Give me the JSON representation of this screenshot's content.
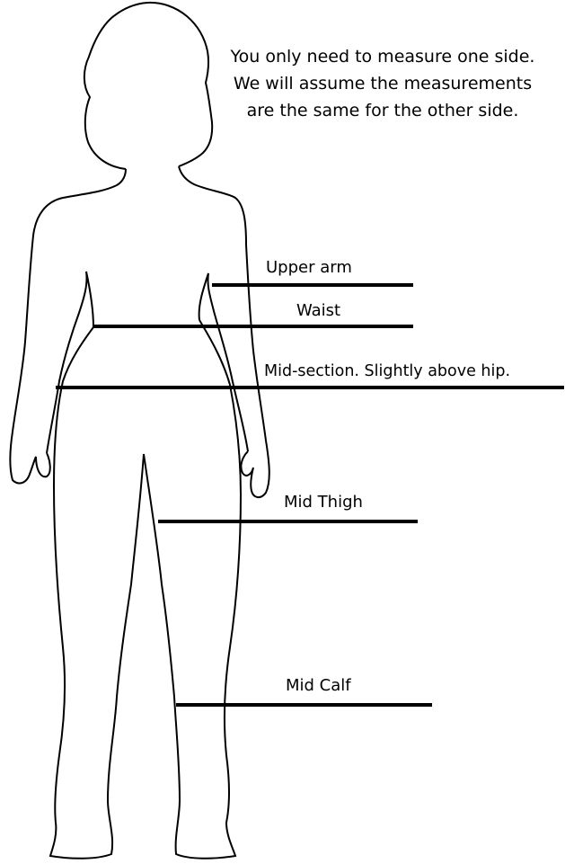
{
  "note": {
    "line1": "You only need to measure one side.",
    "line2": "We will assume the measurements",
    "line3": "are the same for the other side."
  },
  "labels": {
    "upper_arm": "Upper arm",
    "waist": "Waist",
    "mid_section": "Mid-section. Slightly above hip.",
    "mid_thigh": "Mid Thigh",
    "mid_calf": "Mid Calf"
  },
  "colors": {
    "ink": "#000000",
    "background": "#ffffff"
  }
}
